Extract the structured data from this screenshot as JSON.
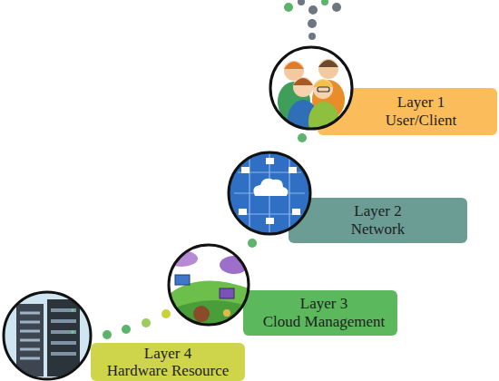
{
  "diagram": {
    "nodes": [
      {
        "text": [
          "Layer 1",
          "User/Client"
        ]
      },
      {
        "text": [
          "Layer 2",
          "Network"
        ]
      },
      {
        "text": [
          "Layer 3",
          "Cloud Management"
        ]
      },
      {
        "text": [
          "Layer 4",
          "Hardware Resource"
        ]
      }
    ]
  }
}
